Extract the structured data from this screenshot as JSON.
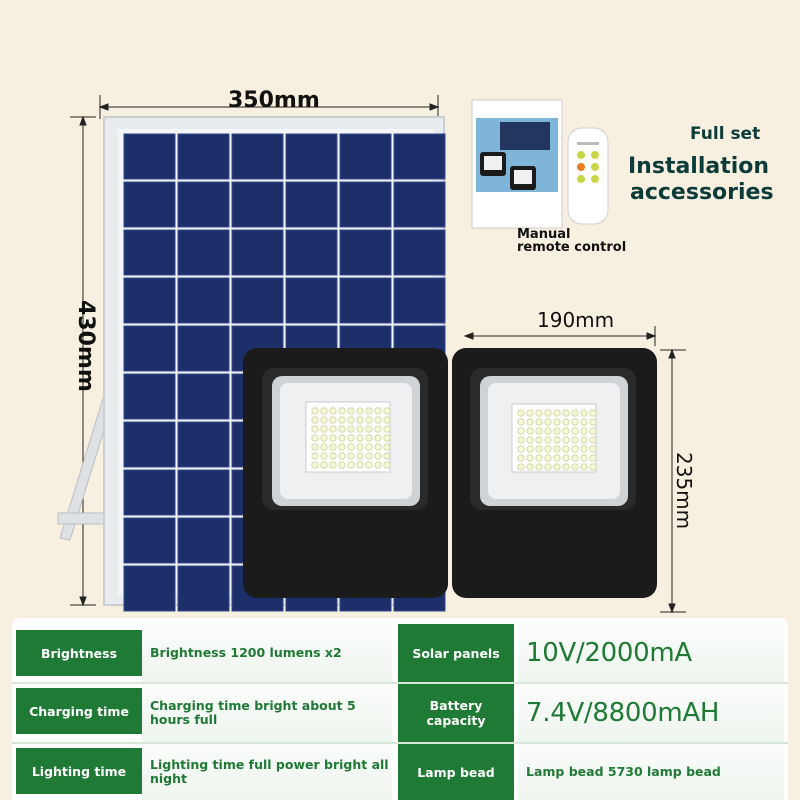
{
  "dimensions": {
    "panel_width": "350mm",
    "panel_height": "430mm",
    "lamp_width": "190mm",
    "lamp_height": "235mm"
  },
  "accessories": {
    "line1": "Full set",
    "line2": "Installation",
    "line3": "accessories",
    "remote_label": "Manual remote control"
  },
  "specs": [
    {
      "label": "Brightness",
      "value": "Brightness 1200 lumens x2"
    },
    {
      "label": "Solar panels",
      "value": "10V/2000mA"
    },
    {
      "label": "Charging time",
      "value": "Charging time bright about 5 hours full"
    },
    {
      "label": "Battery capacity",
      "value": "7.4V/8800mAH"
    },
    {
      "label": "Lighting time",
      "value": "Lighting time full power bright all night"
    },
    {
      "label": "Lamp bead",
      "value": "Lamp bead 5730 lamp bead"
    }
  ],
  "colors": {
    "background": "#f7f0e0",
    "label_green": "#1f7a35",
    "title_teal": "#0d3b3a",
    "panel_cell": "#1d2f6b",
    "lamp_body": "#1a1a1a"
  }
}
